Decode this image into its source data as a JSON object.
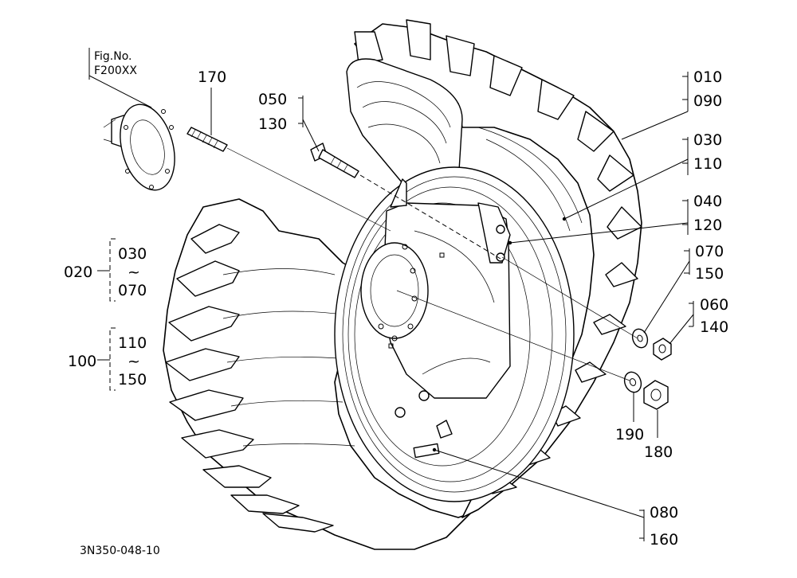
{
  "figure_ref": {
    "line1": "Fig.No.",
    "line2": "F200XX"
  },
  "drawing_number": "3N350-048-10",
  "callouts": {
    "p170": "170",
    "p050": "050",
    "p130": "130",
    "p010": "010",
    "p090": "090",
    "p030": "030",
    "p110": "110",
    "p040": "040",
    "p120": "120",
    "p070": "070",
    "p150": "150",
    "p060": "060",
    "p140": "140",
    "p190": "190",
    "p180": "180",
    "p080": "080",
    "p160": "160"
  },
  "groups": {
    "g020": {
      "label": "020",
      "from": "030",
      "tilde": "~",
      "to": "070"
    },
    "g100": {
      "label": "100",
      "from": "110",
      "tilde": "~",
      "to": "150"
    }
  }
}
